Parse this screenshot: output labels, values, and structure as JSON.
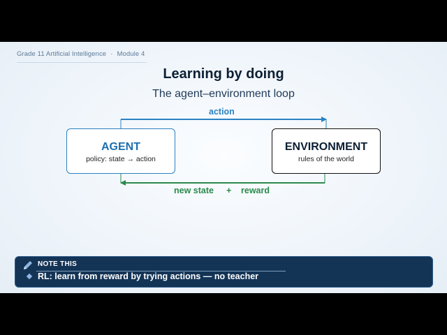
{
  "header": {
    "course": "Grade 11 Artificial Intelligence",
    "separator": "·",
    "module": "Module 4"
  },
  "title": "Learning by doing",
  "subtitle": "The agent–environment loop",
  "diagram": {
    "agent": {
      "name": "AGENT",
      "description": "policy: state → action"
    },
    "environment": {
      "name": "ENVIRONMENT",
      "description": "rules of the world"
    },
    "action_label": "action",
    "feedback_labels": {
      "state": "new state",
      "plus": "+",
      "reward": "reward"
    }
  },
  "note": {
    "label": "NOTE THIS",
    "text": "RL: learn from reward by trying actions — no teacher"
  },
  "colors": {
    "agent": "#1d6fb0",
    "action_arrow": "#2a82c2",
    "feedback_arrow": "#2a8a4c",
    "note_bg": "#143456"
  },
  "icons": {
    "note": "pencil-icon",
    "bullet": "diamond-bullet-icon"
  }
}
